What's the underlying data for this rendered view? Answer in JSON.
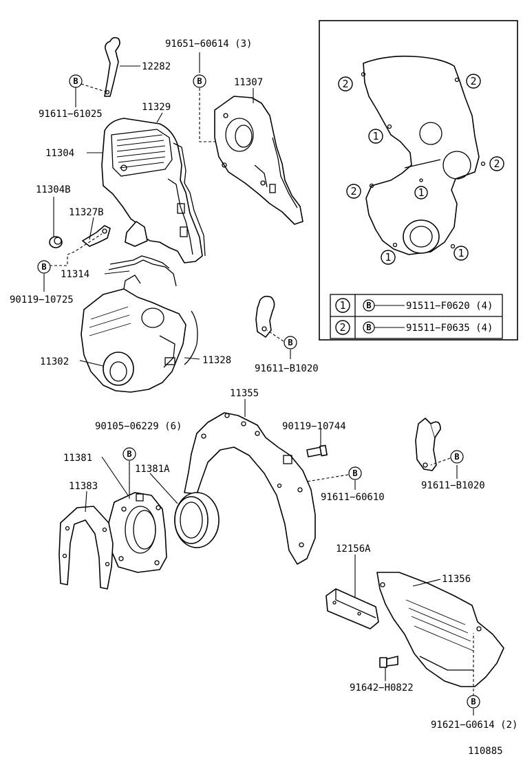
{
  "parts": {
    "p12282": "12282",
    "p91651": "91651−60614 (3)",
    "p11307": "11307",
    "p91611_61025": "91611−61025",
    "p11329": "11329",
    "p11304": "11304",
    "p11304B": "11304B",
    "p11327B": "11327B",
    "p90119_10725": "90119−10725",
    "p11314": "11314",
    "p11302": "11302",
    "p11328": "11328",
    "p91611_B1020_a": "91611−B1020",
    "p11355": "11355",
    "p90105": "90105−06229 (6)",
    "p90119_10744": "90119−10744",
    "p11381": "11381",
    "p11381A": "11381A",
    "p91611_60610": "91611−60610",
    "p91611_B1020_b": "91611−B1020",
    "p11383": "11383",
    "p12156A": "12156A",
    "p11356": "11356",
    "p91642": "91642−H0822",
    "p91621": "91621−G0614 (2)"
  },
  "inset": {
    "row1_num": "1",
    "row1_mark": "B",
    "row1_part": "91511−F0620 (4)",
    "row2_num": "2",
    "row2_mark": "B",
    "row2_part": "91511−F0635 (4)",
    "callout_1": "1",
    "callout_2": "2"
  },
  "markers": {
    "b": "B"
  },
  "diagram_number": "110885"
}
